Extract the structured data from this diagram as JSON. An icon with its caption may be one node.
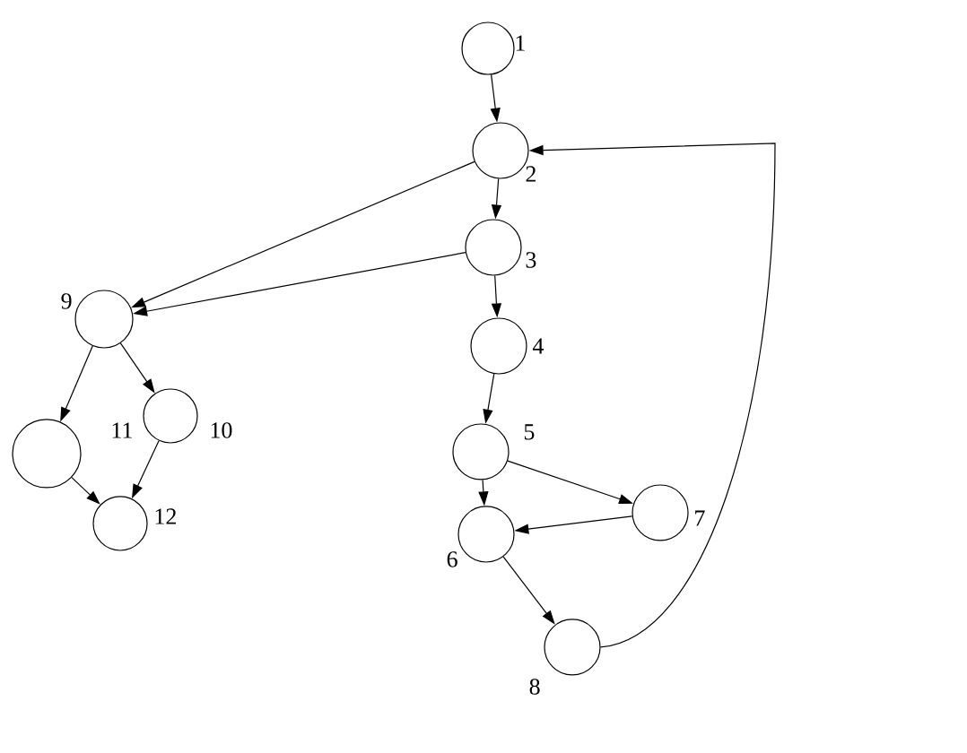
{
  "diagram": {
    "nodes": [
      {
        "text": [],
        "shape": "circle",
        "beside": [
          "1"
        ]
      },
      {
        "text": [],
        "shape": "circle",
        "beside": [
          "2"
        ]
      },
      {
        "text": [],
        "shape": "circle",
        "beside": [
          "3"
        ]
      },
      {
        "text": [],
        "shape": "circle",
        "beside": [
          "4"
        ]
      },
      {
        "text": [],
        "shape": "circle",
        "beside": [
          "5"
        ]
      },
      {
        "text": [],
        "shape": "circle",
        "beside": [
          "6"
        ]
      },
      {
        "text": [],
        "shape": "circle",
        "beside": [
          "7"
        ]
      },
      {
        "text": [],
        "shape": "circle",
        "beside": [
          "8"
        ]
      },
      {
        "text": [],
        "shape": "circle",
        "beside": [
          "9"
        ]
      },
      {
        "text": [],
        "shape": "circle",
        "beside": [
          "10"
        ]
      },
      {
        "text": [],
        "shape": "circle"
      },
      {
        "text": [],
        "shape": "circle",
        "beside": [
          "12"
        ]
      }
    ],
    "edges": [
      {
        "from": 0,
        "to": 1,
        "arrow": "to"
      },
      {
        "from": 1,
        "to": 2,
        "arrow": "to"
      },
      {
        "from": 2,
        "to": 3,
        "arrow": "to"
      },
      {
        "from": 3,
        "to": 4,
        "arrow": "to"
      },
      {
        "from": 4,
        "to": 5,
        "arrow": "to"
      },
      {
        "from": 4,
        "to": 6,
        "arrow": "to"
      },
      {
        "from": 6,
        "to": 5,
        "arrow": "to"
      },
      {
        "from": 5,
        "to": 7,
        "arrow": "to"
      },
      {
        "from": 7,
        "to": 1,
        "arrow": "to"
      },
      {
        "from": 1,
        "to": 8,
        "arrow": "to"
      },
      {
        "from": 2,
        "to": 8,
        "arrow": "to"
      },
      {
        "from": 8,
        "to": 10,
        "arrow": "to"
      },
      {
        "from": 8,
        "to": 9,
        "arrow": "to"
      },
      {
        "from": 10,
        "to": 11,
        "arrow": "to"
      },
      {
        "from": 9,
        "to": 11,
        "arrow": "to"
      }
    ],
    "labels": [
      "11"
    ]
  }
}
